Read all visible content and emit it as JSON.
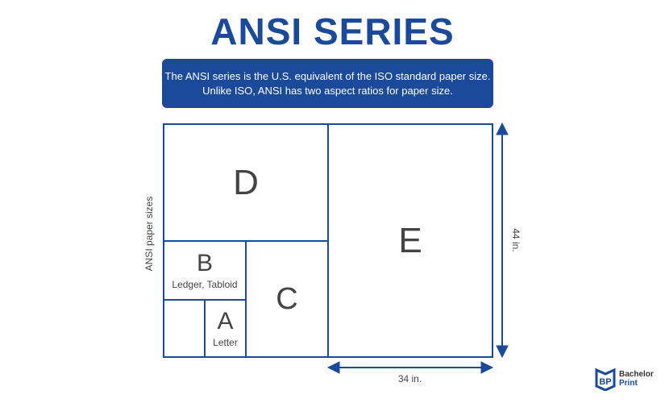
{
  "title": "ANSI SERIES",
  "info": {
    "line1": "The ANSI series is the U.S. equivalent of the ISO standard paper size.",
    "line2": "Unlike ISO, ANSI has two aspect ratios for paper size."
  },
  "axis_label": "ANSI paper sizes",
  "sizes": {
    "D": "D",
    "E": "E",
    "B": "B",
    "B_sub": "Ledger, Tabloid",
    "C": "C",
    "A": "A",
    "A_sub": "Letter"
  },
  "height_label": "44 in.",
  "width_label": "34 in.",
  "logo": {
    "line1": "Bachelor",
    "line2": "Print"
  },
  "colors": {
    "primary": "#1b4a9b",
    "text": "#444444"
  }
}
